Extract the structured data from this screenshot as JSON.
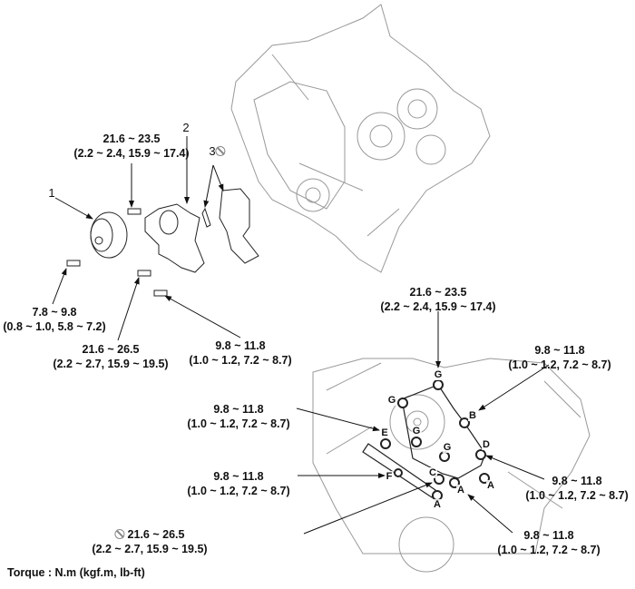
{
  "parts": {
    "p1": "1",
    "p2": "2",
    "p3": "3"
  },
  "exploded": {
    "bolt_top": {
      "nm": "21.6 ~ 23.5",
      "alt": "(2.2 ~ 2.4, 15.9 ~ 17.4)"
    },
    "pulley_bolt": {
      "nm": "7.8 ~ 9.8",
      "alt": "(0.8 ~ 1.0, 5.8 ~ 7.2)"
    },
    "bolt_lower": {
      "nm": "21.6 ~ 26.5",
      "alt": "(2.2 ~ 2.7, 15.9 ~ 19.5)"
    },
    "bolt_bottom": {
      "nm": "9.8 ~ 11.8",
      "alt": "(1.0 ~ 1.2, 7.2 ~ 8.7)"
    }
  },
  "installed": {
    "G": {
      "nm": "21.6 ~ 23.5",
      "alt": "(2.2 ~ 2.4, 15.9 ~ 17.4)"
    },
    "B": {
      "nm": "9.8 ~ 11.8",
      "alt": "(1.0 ~ 1.2, 7.2 ~ 8.7)"
    },
    "E": {
      "nm": "9.8 ~ 11.8",
      "alt": "(1.0 ~ 1.2, 7.2 ~ 8.7)"
    },
    "F": {
      "nm": "9.8 ~ 11.8",
      "alt": "(1.0 ~ 1.2, 7.2 ~ 8.7)"
    },
    "D": {
      "nm": "9.8 ~ 11.8",
      "alt": "(1.0 ~ 1.2, 7.2 ~ 8.7)"
    },
    "C": {
      "nm": "21.6 ~ 26.5",
      "alt": "(2.2 ~ 2.7, 15.9 ~ 19.5)"
    },
    "A": {
      "nm": "9.8 ~ 11.8",
      "alt": "(1.0 ~ 1.2, 7.2 ~ 8.7)"
    }
  },
  "letters": {
    "G": "G",
    "B": "B",
    "E": "E",
    "D": "D",
    "C": "C",
    "F": "F",
    "A": "A"
  },
  "footer": "Torque : N.m (kgf.m, lb-ft)"
}
